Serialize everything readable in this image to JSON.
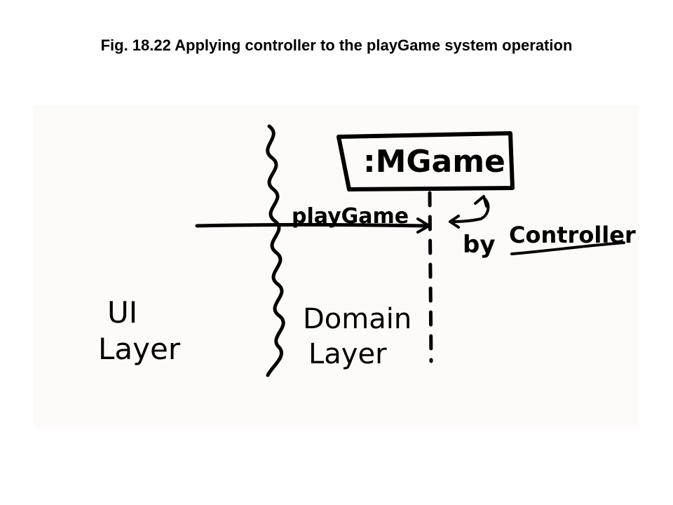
{
  "title": "Fig. 18.22 Applying controller to the playGame system operation",
  "diagram": {
    "object_box": ":MGame",
    "message": "playGame",
    "annotation": {
      "line1": "by",
      "line2": "Controller"
    },
    "left_region": {
      "line1": "UI",
      "line2": "Layer"
    },
    "right_region": {
      "line1": "Domain",
      "line2": "Layer"
    }
  }
}
